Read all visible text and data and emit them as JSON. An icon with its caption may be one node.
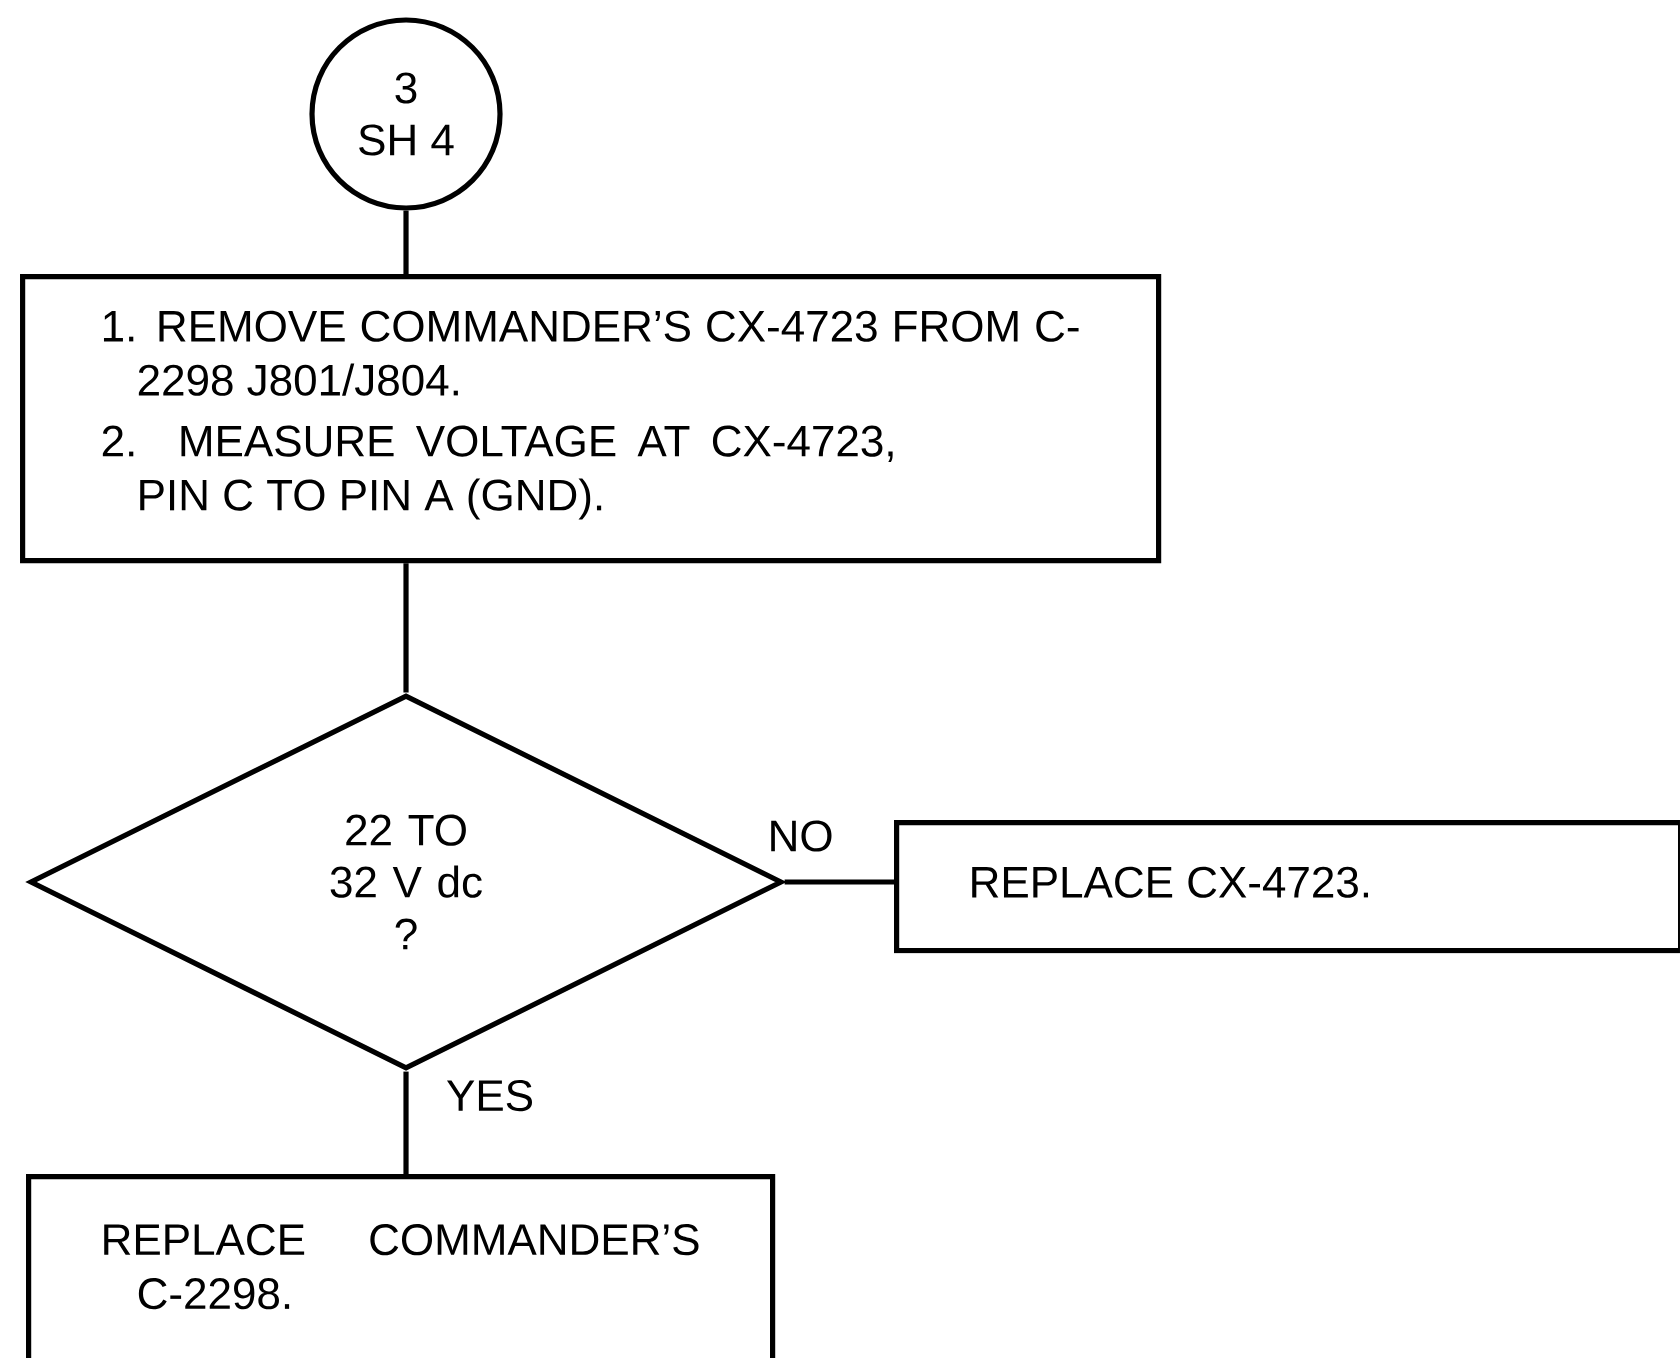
{
  "diagram": {
    "nodes": [
      {
        "text": [
          "3",
          "SH 4"
        ]
      },
      {
        "text": [
          "1. REMOVE COMMANDER’S CX-4723 FROM C-2298 J801/J804.",
          "2. MEASURE VOLTAGE AT CX-4723, PIN C TO PIN A (GND)."
        ]
      },
      {
        "text": [
          "22 TO 32 V dc",
          "?"
        ]
      },
      {
        "text": [
          "REPLACE CX-4723."
        ]
      },
      {
        "text": [
          "REPLACE COMMANDER’S C-2298."
        ]
      }
    ],
    "edges": [
      {
        "from": 0,
        "to": 1,
        "arrow": "none"
      },
      {
        "from": 1,
        "to": 2,
        "arrow": "none"
      },
      {
        "from": 2,
        "to": 3,
        "arrow": "none",
        "label": "NO"
      },
      {
        "from": 2,
        "to": 4,
        "arrow": "none",
        "label": "YES"
      }
    ]
  }
}
